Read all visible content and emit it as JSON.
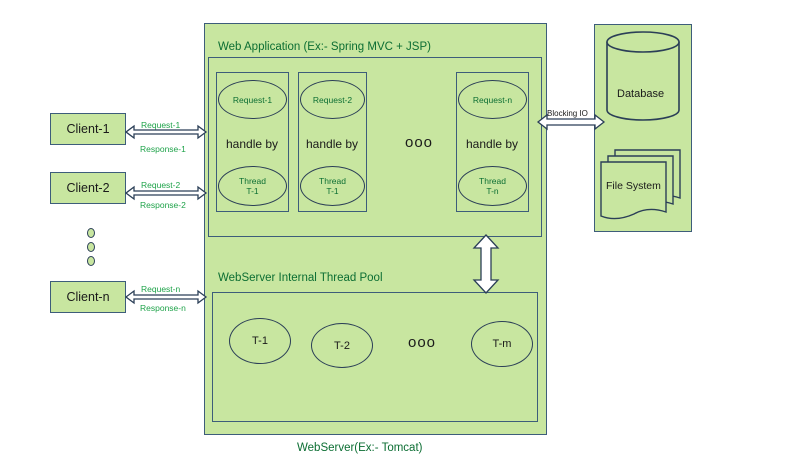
{
  "webserver": {
    "label": "WebServer(Ex:- Tomcat)"
  },
  "webapp": {
    "label": "Web Application (Ex:- Spring MVC + JSP)"
  },
  "app_columns": [
    {
      "request": "Request-1",
      "handle": "handle by",
      "thread_line1": "Thread",
      "thread_line2": "T-1"
    },
    {
      "request": "Request-2",
      "handle": "handle by",
      "thread_line1": "Thread",
      "thread_line2": "T-1"
    },
    {
      "request": "Request-n",
      "handle": "handle by",
      "thread_line1": "Thread",
      "thread_line2": "T-n"
    }
  ],
  "app_ellipsis": "ooo",
  "pool": {
    "label": "WebServer Internal Thread Pool",
    "threads": [
      "T-1",
      "T-2",
      "T-m"
    ],
    "ellipsis": "ooo"
  },
  "clients": [
    {
      "name": "Client-1",
      "request": "Request-1",
      "response": "Response-1"
    },
    {
      "name": "Client-2",
      "request": "Request-2",
      "response": "Response-2"
    },
    {
      "name": "Client-n",
      "request": "Request-n",
      "response": "Response-n"
    }
  ],
  "blocking_io": "Blocking IO",
  "storage": {
    "database": "Database",
    "file_system": "File System"
  },
  "colors": {
    "fill": "#c8e6a0",
    "border": "#3d5d7a",
    "label_green": "#1fa34a",
    "text_green": "#0c6e33"
  }
}
